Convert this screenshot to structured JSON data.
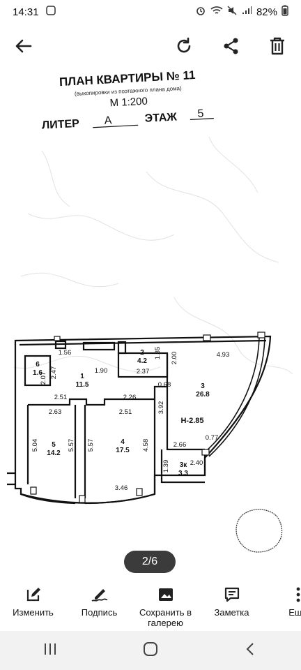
{
  "status": {
    "time": "14:31",
    "battery": "82%"
  },
  "topbar": {
    "back_icon": "arrow-left-icon",
    "rotate_icon": "rotate-icon",
    "share_icon": "share-icon",
    "delete_icon": "trash-icon"
  },
  "plan": {
    "title": "ПЛАН КВАРТИРЫ № 11",
    "subtitle": "(выкопировки из поэтажного плана дома)",
    "scale": "М 1:200",
    "liter_label": "ЛИТЕР",
    "liter_value": "А",
    "floor_label": "ЭТАЖ",
    "floor_value": "5",
    "height": "Н-2.85",
    "rooms": [
      {
        "num": "1",
        "area": "11.5"
      },
      {
        "num": "2",
        "area": "4.2"
      },
      {
        "num": "3",
        "area": "26.8"
      },
      {
        "num": "3к",
        "area": "3.3"
      },
      {
        "num": "4",
        "area": "17.5"
      },
      {
        "num": "5",
        "area": "14.2"
      },
      {
        "num": "6",
        "area": "1.6"
      }
    ],
    "dims": [
      "1.56",
      "1.90",
      "2.47",
      "2.07",
      "2.51",
      "2.26",
      "2.63",
      "2.51",
      "1.85",
      "2.37",
      "2.00",
      "4.93",
      "0.68",
      "3.92",
      "5.04",
      "5.57",
      "5.57",
      "4.58",
      "3.46",
      "2.66",
      "0.77",
      "1.39",
      "2.40"
    ]
  },
  "page_indicator": "2/6",
  "actions": [
    {
      "label": "Изменить",
      "icon": "edit-icon"
    },
    {
      "label": "Подпись",
      "icon": "signature-icon"
    },
    {
      "label": "Сохранить в галерею",
      "icon": "gallery-icon"
    },
    {
      "label": "Заметка",
      "icon": "note-icon"
    },
    {
      "label": "Еще",
      "icon": "more-vertical-icon"
    }
  ]
}
